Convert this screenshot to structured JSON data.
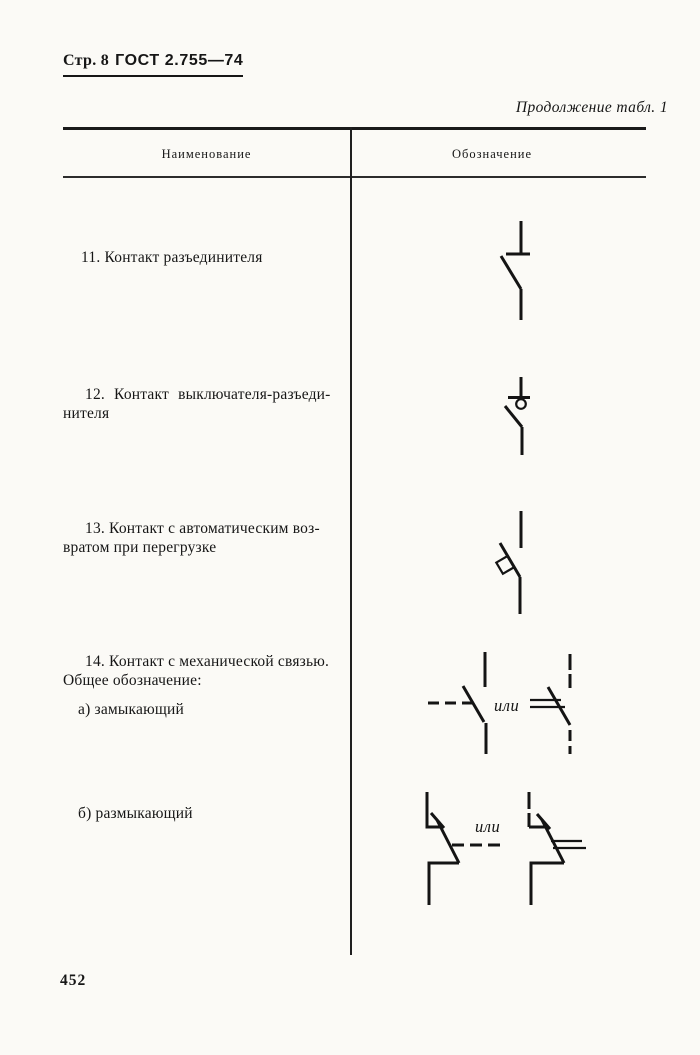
{
  "colors": {
    "ink": "#161616",
    "paper": "#fbfaf6"
  },
  "header": {
    "page_label": "Стр. 8",
    "doc_number": "ГОСТ 2.755—74",
    "continuation": "Продолжение табл. 1"
  },
  "table": {
    "col_name": "Наименование",
    "col_symbol": "Обозначение",
    "or_word": "или",
    "rows": {
      "r11": {
        "line1": "11. Контакт разъединителя"
      },
      "r12": {
        "line1": "12. Контакт выключателя-разъеди-",
        "line2": "нителя"
      },
      "r13": {
        "line1": "13. Контакт с автоматическим воз-",
        "line2": "вратом при перегрузке"
      },
      "r14": {
        "line1": "14. Контакт с механической связью.",
        "line2": "Общее обозначение:",
        "item_a": "а) замыкающий",
        "item_b": "б) размыкающий"
      }
    }
  },
  "symbols": {
    "s11": "disconnector-contact",
    "s12": "switch-disconnector-contact",
    "s13": "contact-with-automatic-reset-on-overload",
    "s14a": "mechanically-linked-making-contact",
    "s14b": "mechanically-linked-breaking-contact"
  },
  "footer": {
    "page_number": "452"
  }
}
